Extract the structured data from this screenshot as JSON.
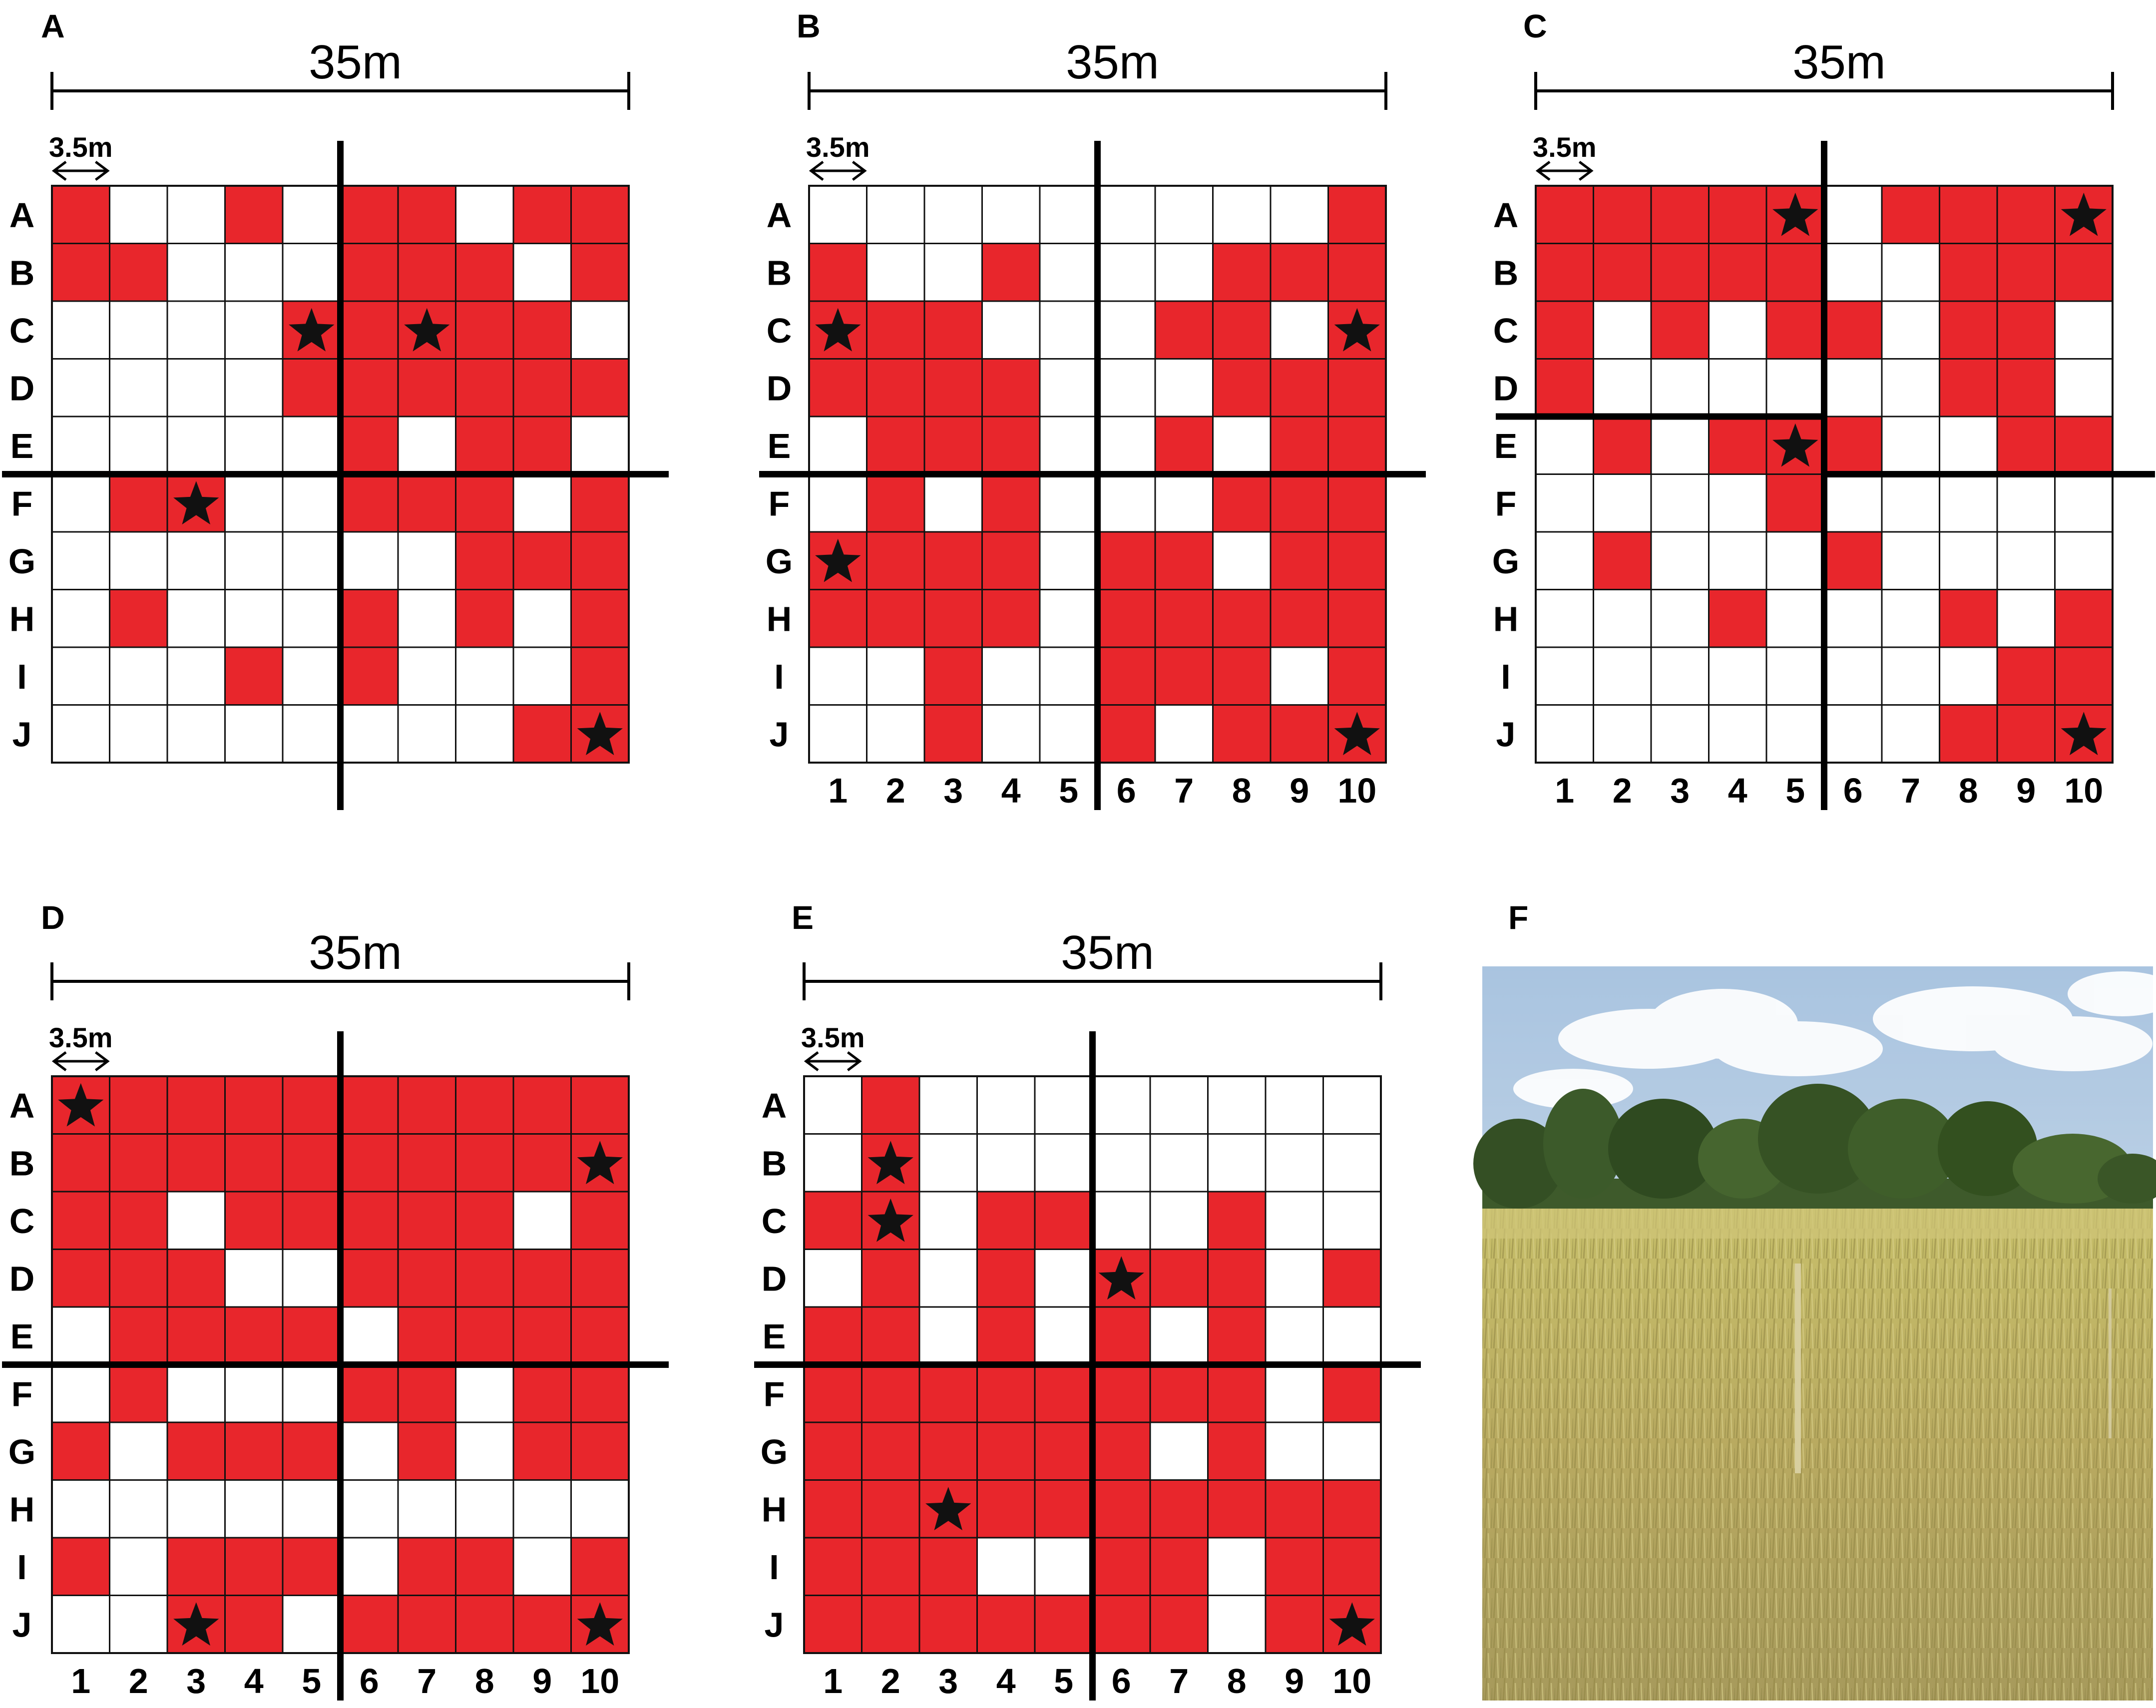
{
  "figure": {
    "row_labels": [
      "A",
      "B",
      "C",
      "D",
      "E",
      "F",
      "G",
      "H",
      "I",
      "J"
    ],
    "col_labels": [
      "1",
      "2",
      "3",
      "4",
      "5",
      "6",
      "7",
      "8",
      "9",
      "10"
    ],
    "scale_total": "35m",
    "scale_cell": "3.5m",
    "colors": {
      "filled": "#e8262c",
      "empty": "#ffffff",
      "grid": "#111111",
      "star": "#111111"
    },
    "legend_note": "cell states: 1 = red filled, 0 = white, 2 = red filled with star, 3 = white with star",
    "panels": [
      {
        "label": "A",
        "show_col_labels": false,
        "grid": [
          [
            1,
            0,
            0,
            1,
            0,
            1,
            1,
            0,
            1,
            1
          ],
          [
            1,
            1,
            0,
            0,
            0,
            1,
            1,
            1,
            0,
            1
          ],
          [
            0,
            0,
            0,
            0,
            2,
            1,
            2,
            1,
            1,
            0
          ],
          [
            0,
            0,
            0,
            0,
            1,
            1,
            1,
            1,
            1,
            1
          ],
          [
            0,
            0,
            0,
            0,
            0,
            1,
            0,
            1,
            1,
            0
          ],
          [
            0,
            1,
            2,
            0,
            0,
            1,
            1,
            1,
            0,
            1
          ],
          [
            0,
            0,
            0,
            0,
            0,
            0,
            0,
            1,
            1,
            1
          ],
          [
            0,
            1,
            0,
            0,
            0,
            1,
            0,
            1,
            0,
            1
          ],
          [
            0,
            0,
            0,
            1,
            0,
            1,
            0,
            0,
            0,
            1
          ],
          [
            0,
            0,
            0,
            0,
            0,
            0,
            0,
            0,
            1,
            2
          ]
        ],
        "vdiv": 5,
        "hdiv": 5
      },
      {
        "label": "B",
        "show_col_labels": true,
        "grid": [
          [
            0,
            0,
            0,
            0,
            0,
            0,
            0,
            0,
            0,
            1
          ],
          [
            1,
            0,
            0,
            1,
            0,
            0,
            0,
            1,
            1,
            1
          ],
          [
            2,
            1,
            1,
            0,
            0,
            0,
            1,
            1,
            0,
            2
          ],
          [
            1,
            1,
            1,
            1,
            0,
            0,
            0,
            1,
            1,
            1
          ],
          [
            0,
            1,
            1,
            1,
            0,
            0,
            1,
            0,
            1,
            1
          ],
          [
            0,
            1,
            0,
            1,
            0,
            0,
            0,
            1,
            1,
            1
          ],
          [
            2,
            1,
            1,
            1,
            0,
            1,
            1,
            0,
            1,
            1
          ],
          [
            1,
            1,
            1,
            1,
            0,
            1,
            1,
            1,
            1,
            1
          ],
          [
            0,
            0,
            1,
            0,
            0,
            1,
            1,
            1,
            0,
            1
          ],
          [
            0,
            0,
            1,
            0,
            0,
            1,
            0,
            1,
            1,
            2
          ]
        ],
        "vdiv": 5,
        "hdiv": 5
      },
      {
        "label": "C",
        "show_col_labels": true,
        "grid": [
          [
            1,
            1,
            1,
            1,
            2,
            0,
            1,
            1,
            1,
            2
          ],
          [
            1,
            1,
            1,
            1,
            1,
            0,
            0,
            1,
            1,
            1
          ],
          [
            1,
            0,
            1,
            0,
            1,
            1,
            0,
            1,
            1,
            0
          ],
          [
            1,
            0,
            0,
            0,
            0,
            0,
            0,
            1,
            1,
            0
          ],
          [
            0,
            1,
            0,
            1,
            2,
            1,
            0,
            0,
            1,
            1
          ],
          [
            0,
            0,
            0,
            0,
            1,
            0,
            0,
            0,
            0,
            0
          ],
          [
            0,
            1,
            0,
            0,
            0,
            1,
            0,
            0,
            0,
            0
          ],
          [
            0,
            0,
            0,
            1,
            0,
            0,
            0,
            1,
            0,
            1
          ],
          [
            0,
            0,
            0,
            0,
            0,
            0,
            0,
            0,
            1,
            1
          ],
          [
            0,
            0,
            0,
            0,
            0,
            0,
            0,
            1,
            1,
            2
          ]
        ],
        "vdiv": 5,
        "hdiv": 4,
        "hdiv2": 5
      },
      {
        "label": "D",
        "show_col_labels": true,
        "grid": [
          [
            2,
            1,
            1,
            1,
            1,
            1,
            1,
            1,
            1,
            1
          ],
          [
            1,
            1,
            1,
            1,
            1,
            1,
            1,
            1,
            1,
            2
          ],
          [
            1,
            1,
            0,
            1,
            1,
            1,
            1,
            1,
            0,
            1
          ],
          [
            1,
            1,
            1,
            0,
            0,
            1,
            1,
            1,
            1,
            1
          ],
          [
            0,
            1,
            1,
            1,
            1,
            0,
            1,
            1,
            1,
            1
          ],
          [
            0,
            1,
            0,
            0,
            0,
            1,
            1,
            0,
            1,
            1
          ],
          [
            1,
            0,
            1,
            1,
            1,
            0,
            1,
            0,
            1,
            1
          ],
          [
            0,
            0,
            0,
            0,
            0,
            0,
            0,
            0,
            0,
            0
          ],
          [
            1,
            0,
            1,
            1,
            1,
            0,
            1,
            1,
            0,
            1
          ],
          [
            0,
            0,
            2,
            1,
            0,
            1,
            1,
            1,
            1,
            2
          ]
        ],
        "vdiv": 5,
        "hdiv": 5
      },
      {
        "label": "E",
        "show_col_labels": true,
        "grid": [
          [
            0,
            1,
            0,
            0,
            0,
            0,
            0,
            0,
            0,
            0
          ],
          [
            0,
            2,
            0,
            0,
            0,
            0,
            0,
            0,
            0,
            0
          ],
          [
            1,
            2,
            0,
            1,
            1,
            0,
            0,
            1,
            0,
            0
          ],
          [
            0,
            1,
            0,
            1,
            0,
            2,
            1,
            1,
            0,
            1
          ],
          [
            1,
            1,
            0,
            1,
            0,
            1,
            0,
            1,
            0,
            0
          ],
          [
            1,
            1,
            1,
            1,
            1,
            1,
            1,
            1,
            0,
            1
          ],
          [
            1,
            1,
            1,
            1,
            1,
            1,
            0,
            1,
            0,
            0
          ],
          [
            1,
            1,
            2,
            1,
            1,
            1,
            1,
            1,
            1,
            1
          ],
          [
            1,
            1,
            1,
            0,
            0,
            1,
            1,
            0,
            1,
            1
          ],
          [
            1,
            1,
            1,
            1,
            1,
            1,
            1,
            0,
            1,
            2
          ]
        ],
        "vdiv": 5,
        "hdiv": 5
      }
    ],
    "photo": {
      "label": "F",
      "description_icon": "rice-field-photo"
    }
  }
}
